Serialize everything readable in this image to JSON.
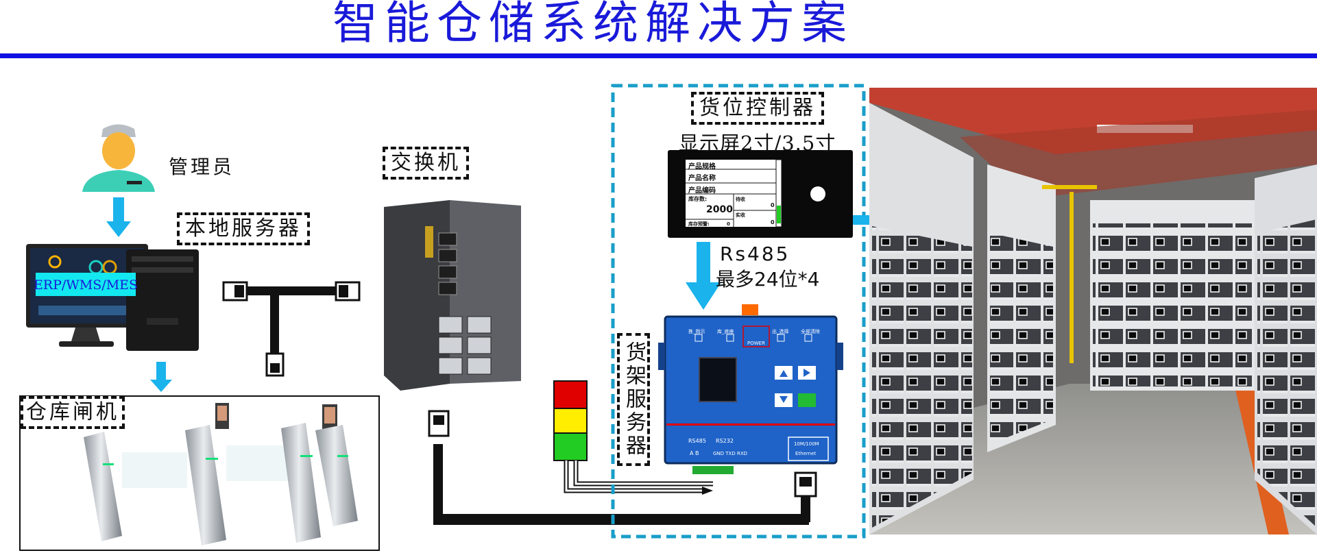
{
  "title": "智能仓储系统解决方案",
  "labels": {
    "admin": "管理员",
    "local_server": "本地服务器",
    "erp": "ERP/WMS/MES",
    "switch": "交换机",
    "gate": "仓库闸机",
    "slot_controller": "货位控制器",
    "display_size": "显示屏2寸/3.5寸",
    "rs485": "Rs485",
    "max_slots": "最多24位*4",
    "shelf_server": "货架服务器"
  },
  "screen": {
    "row1": "产品规格",
    "row2": "产品名称",
    "row3": "产品编码",
    "stock_label": "库存数:",
    "stock_value": "2000",
    "col_a": "待收",
    "col_a_value": "0",
    "col_b": "实收",
    "col_b_value": "0",
    "bottom_label": "库存预警:",
    "bottom_value": "0"
  },
  "device": {
    "btn1": "拣_指示",
    "btn2": "库_底座",
    "power": "POWER",
    "btn3": "出_选择",
    "btn4": "全部清除",
    "rs485_port": "RS485",
    "rs232_port": "RS232",
    "ab": "A   B",
    "gnd": "GND TXD RXD",
    "eth_speed": "10M/100M",
    "eth": "Ethernet"
  },
  "colors": {
    "title": "#1a1ad9",
    "rule": "#1010e0",
    "arrow": "#1ab3ec",
    "dash_box": "#1a9ec9",
    "device_blue": "#1f63c8",
    "signal_red": "#e10000",
    "signal_yellow": "#ffee00",
    "signal_green": "#22cc22"
  }
}
